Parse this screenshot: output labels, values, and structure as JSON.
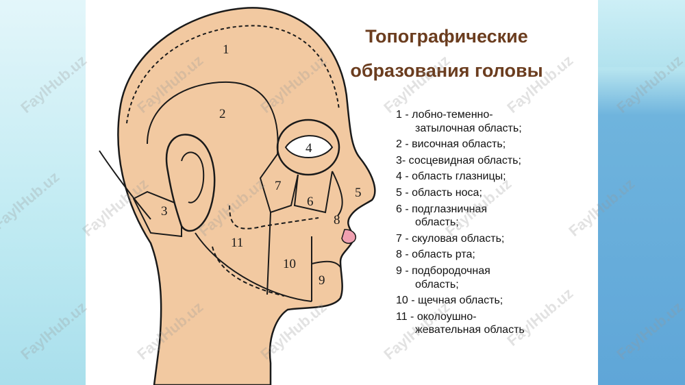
{
  "title": {
    "line1": "Топографические",
    "line2": "образования головы"
  },
  "legend": [
    {
      "l1": "1 - лобно-теменно-",
      "l2": "затылочная область;"
    },
    {
      "l1": "2 - височная область;",
      "l2": ""
    },
    {
      "l1": "3- сосцевидная область;",
      "l2": ""
    },
    {
      "l1": "4 - область глазницы;",
      "l2": ""
    },
    {
      "l1": " 5 - область носа;",
      "l2": ""
    },
    {
      "l1": "6 - подглазничная",
      "l2": "область;"
    },
    {
      "l1": "7 - скуловая область;",
      "l2": ""
    },
    {
      "l1": "8 - область рта;",
      "l2": ""
    },
    {
      "l1": "9 - подбородочная",
      "l2": "область;"
    },
    {
      "l1": "10 - щечная область;",
      "l2": ""
    },
    {
      "l1": "11 - околоушно-",
      "l2": "жевательная область"
    }
  ],
  "region_numbers": {
    "r1": "1",
    "r2": "2",
    "r3": "3",
    "r4": "4",
    "r5": "5",
    "r6": "6",
    "r7": "7",
    "r8": "8",
    "r9": "9",
    "r10": "10",
    "r11": "11"
  },
  "watermark": "FaylHub.uz",
  "colors": {
    "skin": "#f2c9a1",
    "outline": "#1a1a1a",
    "title": "#6b3d1f",
    "lips": "#f0a0b0"
  }
}
